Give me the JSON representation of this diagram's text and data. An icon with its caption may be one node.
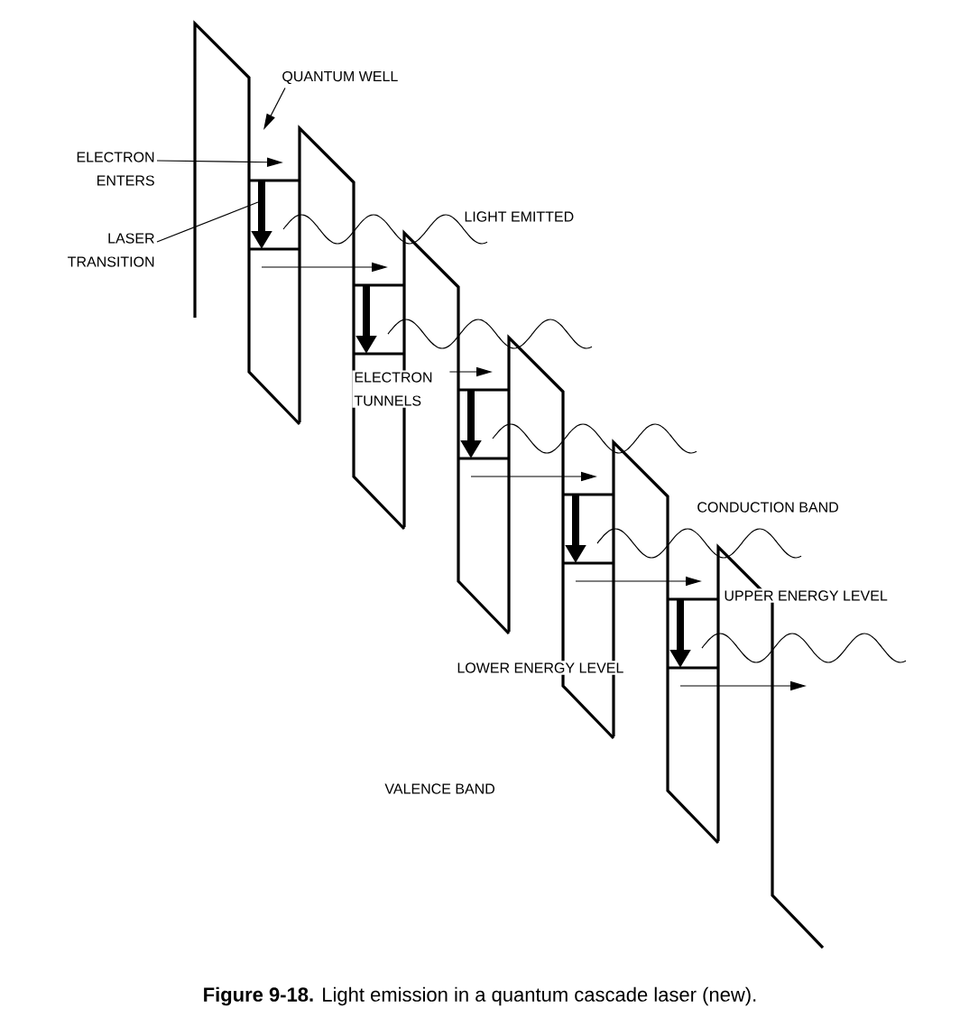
{
  "diagram": {
    "caption": "**Figure 9-18.** Light emission in a quantum cascade laser (new).",
    "nodes": [
      {
        "text": [
          "QUANTUM WELL"
        ]
      },
      {
        "text": [
          "ELECTRON ENTERS"
        ]
      },
      {
        "text": [
          "LASER TRANSITION"
        ]
      }
    ],
    "edges": [
      {
        "from": 0,
        "to": null,
        "arrow": "to"
      },
      {
        "from": 1,
        "to": null,
        "arrow": "to"
      },
      {
        "from": 2,
        "to": null,
        "arrow": "none"
      }
    ],
    "labels": [
      "LIGHT EMITTED",
      "ELECTRON TUNNELS",
      "CONDUCTION BAND",
      "UPPER ENERGY LEVEL",
      "LOWER ENERGY LEVEL",
      "VALENCE BAND"
    ]
  }
}
